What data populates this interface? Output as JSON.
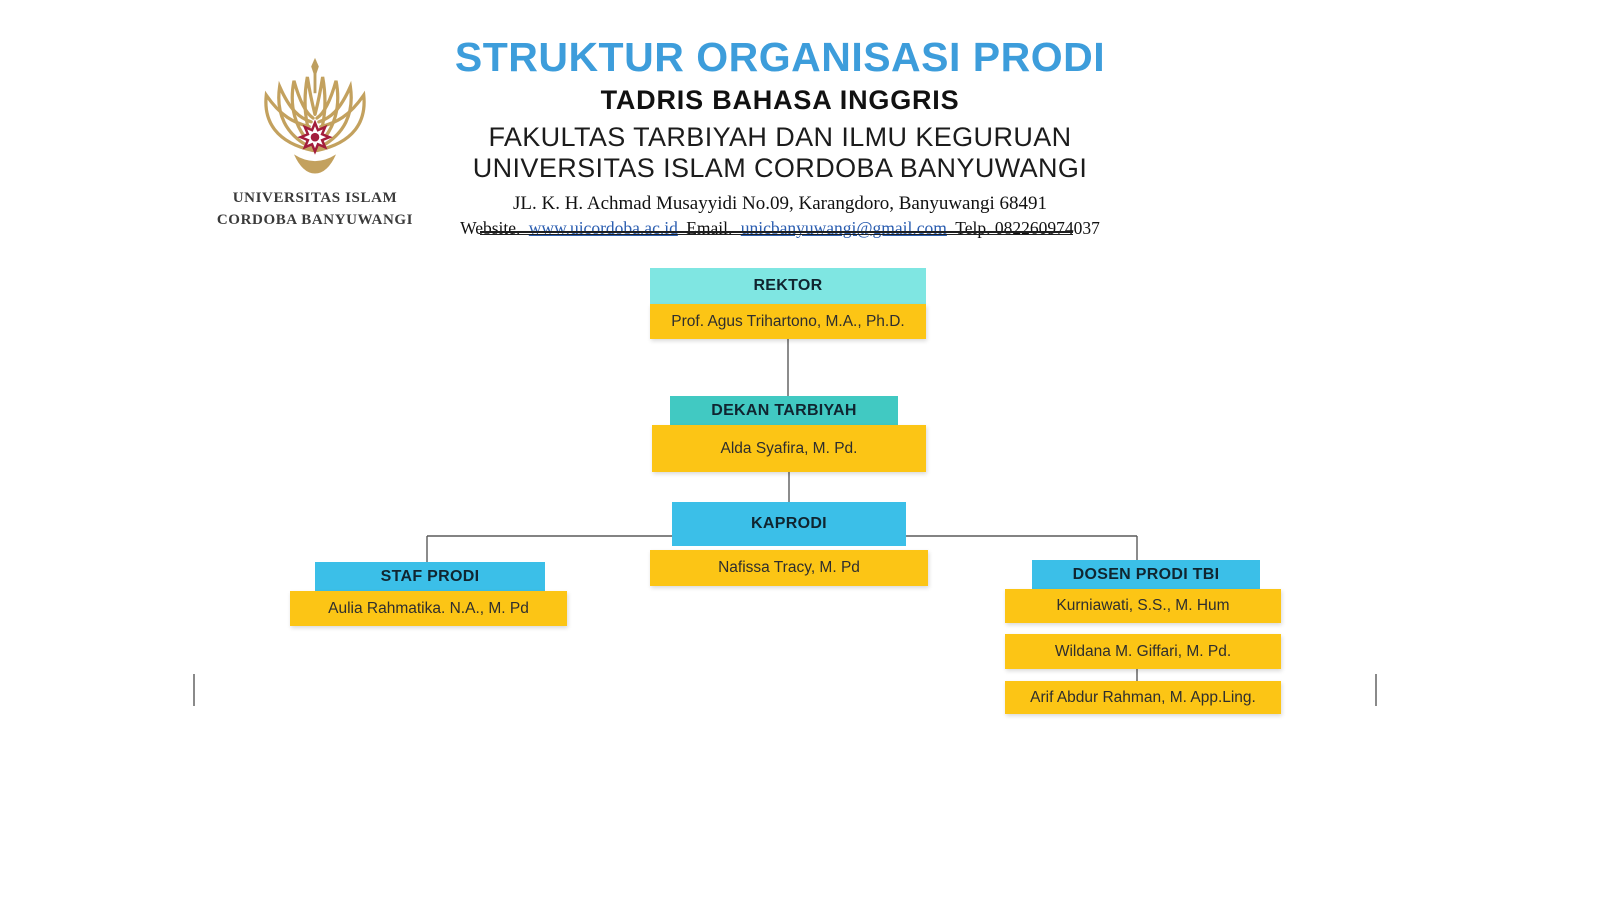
{
  "header": {
    "title": "STRUKTUR ORGANISASI PRODI",
    "subtitle": "TADRIS BAHASA INGGRIS",
    "faculty": "FAKULTAS TARBIYAH DAN ILMU KEGURUAN",
    "university": "UNIVERSITAS ISLAM CORDOBA BANYUWANGI",
    "address": "JL. K. H. Achmad Musayyidi No.09, Karangdoro, Banyuwangi 68491",
    "contact": {
      "website_label": "Website.",
      "website": "www.uicordoba.ac.id",
      "email_label": "Email.",
      "email": "unicbanyuwangi@gmail.com",
      "telp": "Telp. 082260974037"
    },
    "logo_caption_line1": "UNIVERSITAS ISLAM",
    "logo_caption_line2": "CORDOBA BANYUWANGI"
  },
  "chart": {
    "rektor": {
      "title": "REKTOR",
      "name": "Prof. Agus Trihartono, M.A., Ph.D."
    },
    "dekan": {
      "title": "DEKAN TARBIYAH",
      "name": "Alda Syafira, M. Pd."
    },
    "kaprodi": {
      "title": "KAPRODI",
      "name": "Nafissa Tracy, M. Pd"
    },
    "staf": {
      "title": "STAF PRODI",
      "name": "Aulia Rahmatika. N.A., M. Pd"
    },
    "dosen": {
      "title": "DOSEN PRODI TBI",
      "names": [
        "Kurniawati, S.S., M. Hum",
        "Wildana M. Giffari, M. Pd.",
        "Arif Abdur Rahman, M. App.Ling."
      ]
    }
  },
  "colors": {
    "title_blue": "#3d9ddb",
    "header_lightcyan": "#7fe6e2",
    "header_teal": "#41c9c2",
    "header_cyan": "#3bbfe8",
    "name_yellow": "#fcc515",
    "logo_gold": "#bd9e5f",
    "logo_red": "#a31d3c"
  }
}
